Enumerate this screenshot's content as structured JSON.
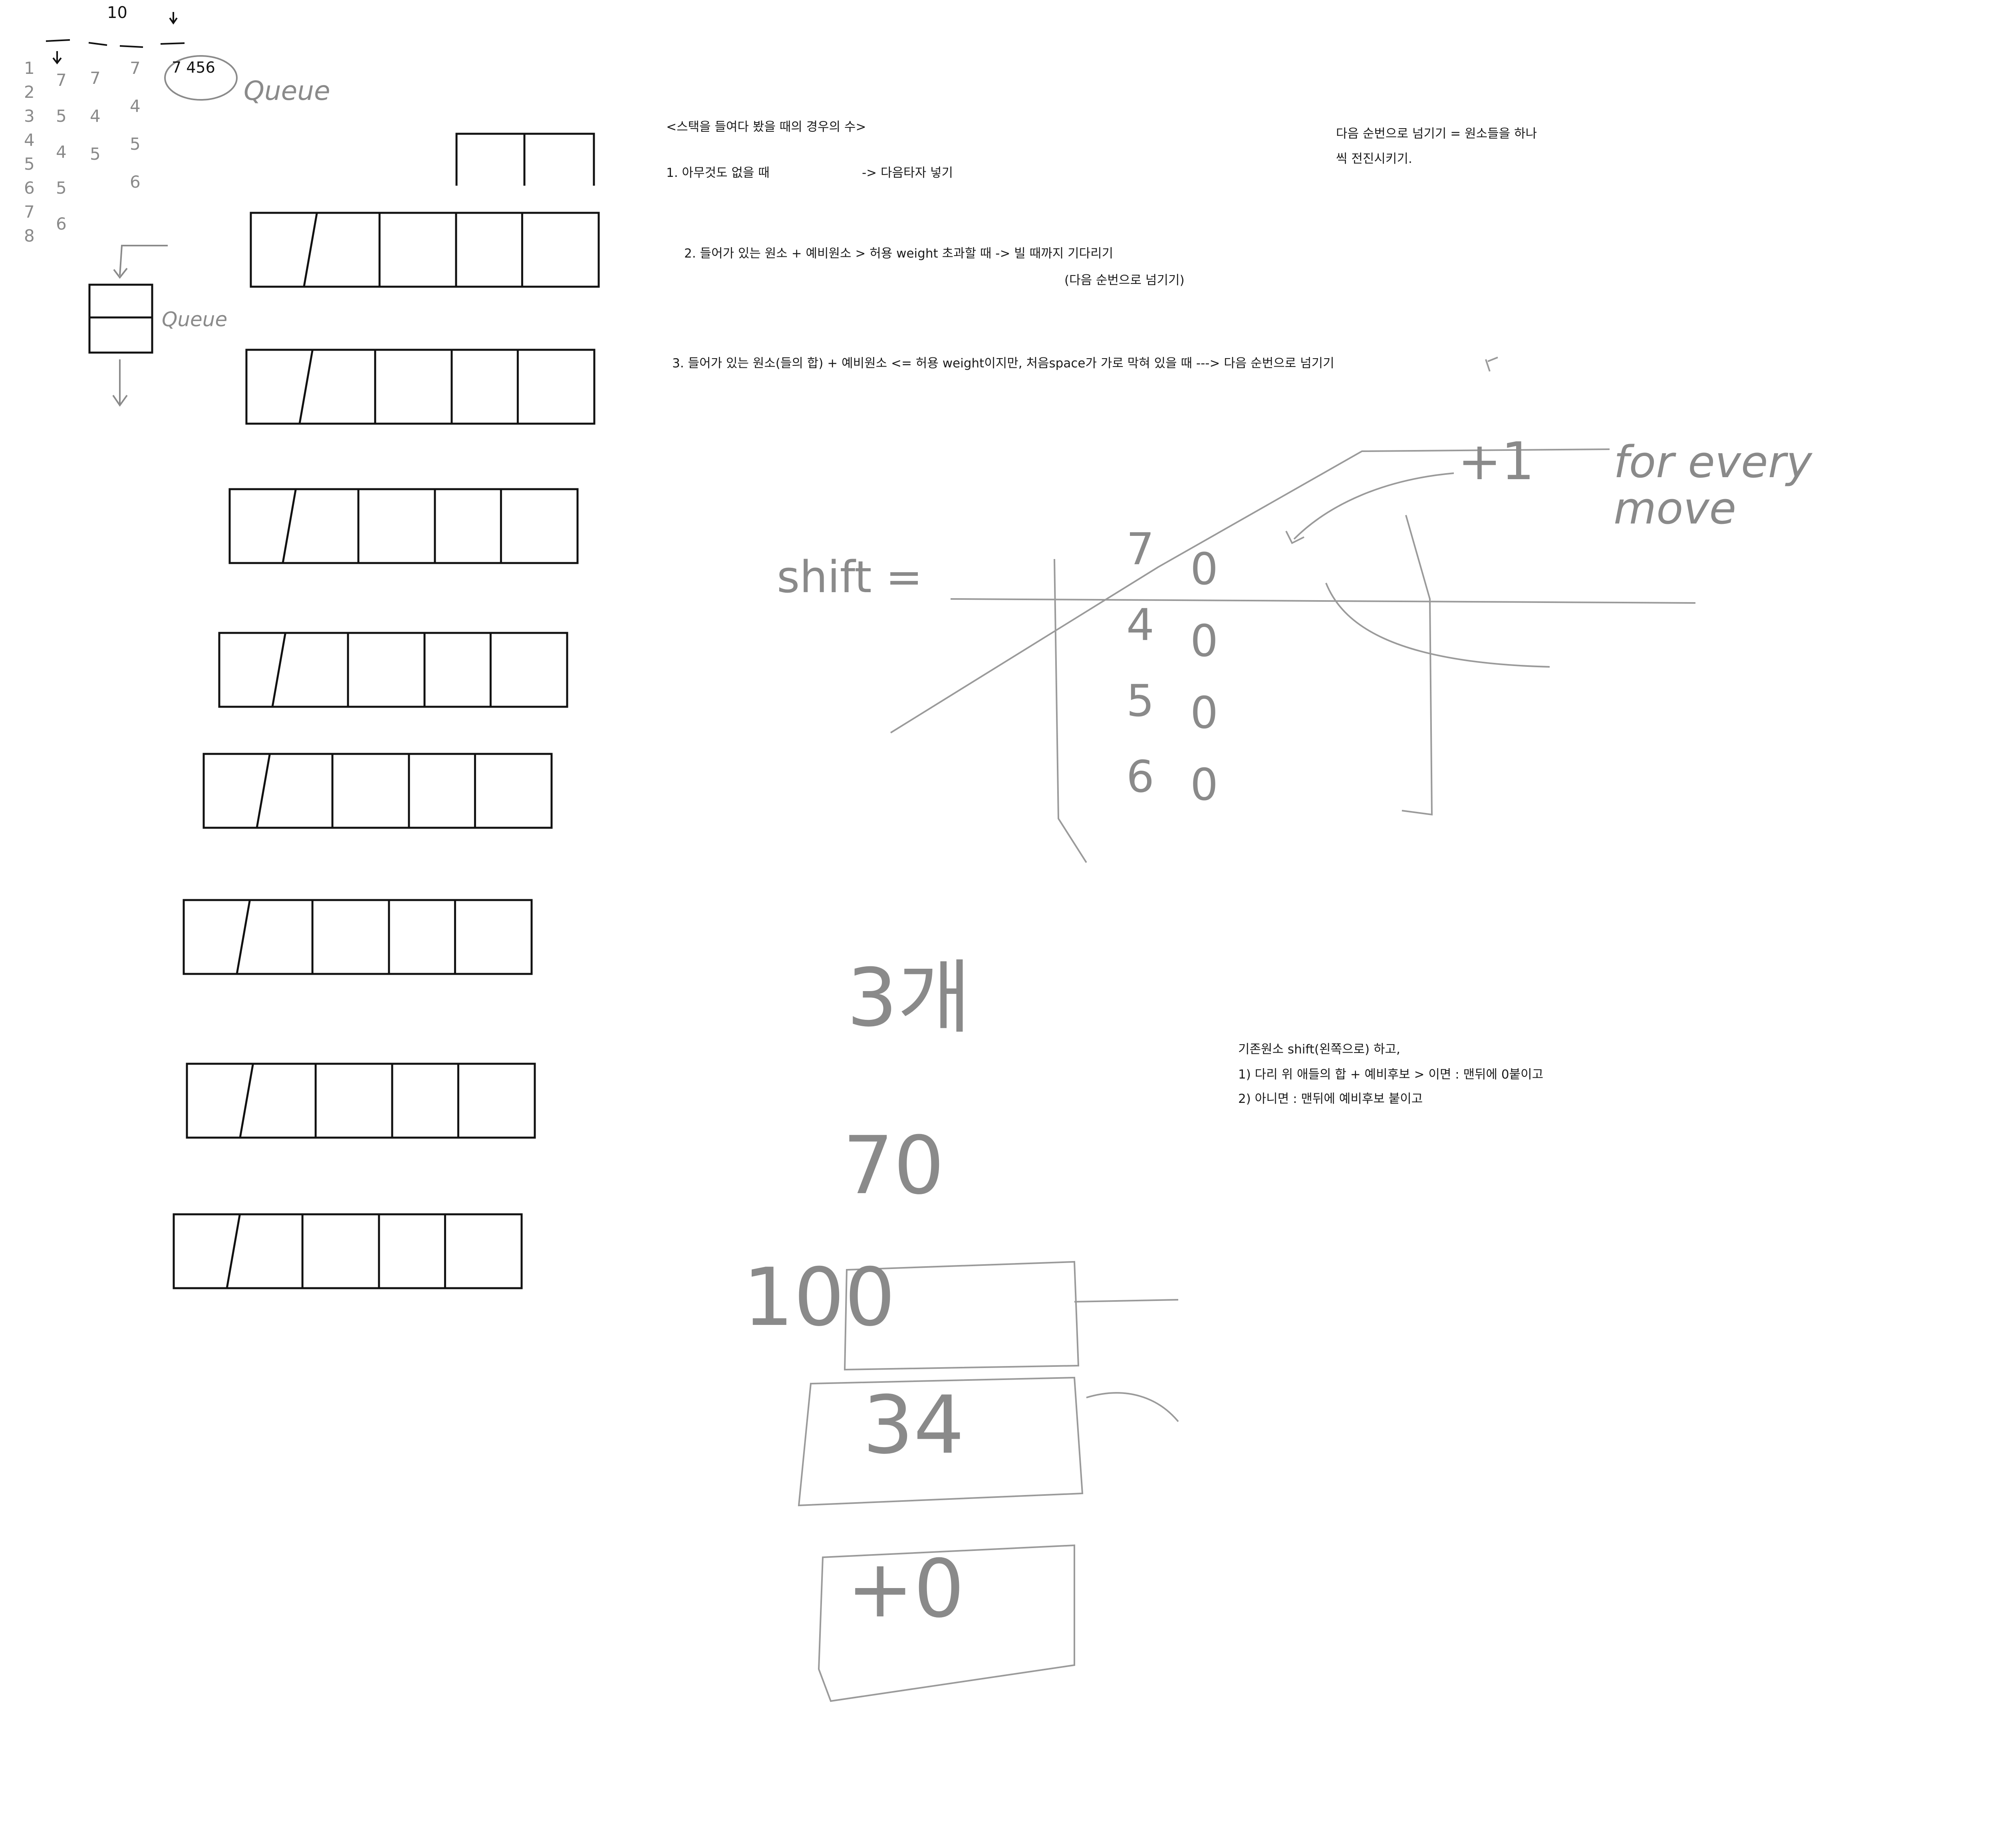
{
  "notes": {
    "stack_title": "<스택을 들여다 봤을 때의 경우의 수>",
    "case1": "1. 아무것도 없을 때",
    "case1_action": "-> 다음타자 넣기",
    "case2": "2. 들어가 있는 원소 + 예비원소 > 허용 weight 초과할 때 -> 빌 때까지 기다리기",
    "case2_sub": "(다음 순번으로 넘기기)",
    "case3": "3. 들어가 있는 원소(들의 합) + 예비원소 <= 허용 weight이지만, 처음space가 가로 막혀 있을 때   ---> 다음 순번으로 넘기기",
    "next_line1": "다음 순번으로 넘기기 = 원소들을 하나",
    "next_line2": "씩 전진시키기.",
    "shift_line1": "기존원소 shift(왼쪽으로) 하고,",
    "shift_line2": "1) 다리 위 애들의 합 + 예비후보 > 이면 : 맨뒤에 0붙이고",
    "shift_line3": "2) 아니면 : 맨뒤에 예비후보 붙이고"
  },
  "handwriting": {
    "top_number": "10",
    "queue_label_1": "Queue",
    "queue_label_2": "Queue",
    "circled": "7 456",
    "col1": [
      "1",
      "2",
      "3",
      "4",
      "5",
      "6",
      "7",
      "8"
    ],
    "col2": [
      "7",
      "5",
      "4",
      "5",
      "6"
    ],
    "col3": [
      "7",
      "4",
      "5"
    ],
    "col4": [
      "7",
      "4",
      "5",
      "6"
    ],
    "plus_one": "+1",
    "for_every_move": "for every\nmove",
    "time_label": "shift =",
    "table_col1": [
      "7",
      "4",
      "5",
      "6"
    ],
    "table_col2": [
      "0",
      "0",
      "0",
      "0"
    ],
    "bottom_1": "3개",
    "bottom_2": "70",
    "bottom_3": "100",
    "bottom_4": "34",
    "bottom_5": "+0"
  },
  "colors": {
    "ink": "#111111",
    "pencil": "#8a8a8a"
  }
}
